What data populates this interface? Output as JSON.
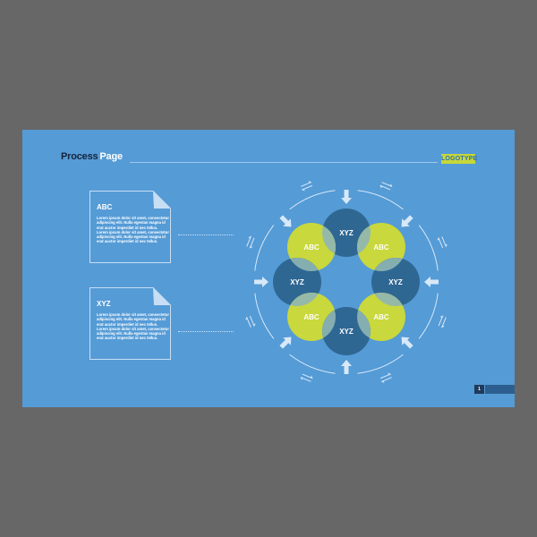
{
  "header": {
    "title_part1": "Process",
    "title_part2": "Page",
    "logo": "LOGOTYPE"
  },
  "cards": [
    {
      "heading": "ABC",
      "body": "Lorem ipsum dolor sit amet, consectetur adipiscing elit. Nulla egestas magna id erat auctor imperdiet id nec tellus. Lorem ipsum dolor sit amet, consectetur adipiscing elit. Nulla egestas magna id erat auctor imperdiet id nec tellus."
    },
    {
      "heading": "XYZ",
      "body": "Lorem ipsum dolor sit amet, consectetur adipiscing elit. Nulla egestas magna id erat auctor imperdiet id nec tellus. Lorem ipsum dolor sit amet, consectetur adipiscing elit. Nulla egestas magna id erat auctor imperdiet id nec tellus."
    }
  ],
  "diagram": {
    "nodes": [
      {
        "label": "XYZ",
        "kind": "dark"
      },
      {
        "label": "ABC",
        "kind": "lime"
      },
      {
        "label": "ABC",
        "kind": "lime"
      },
      {
        "label": "XYZ",
        "kind": "dark"
      },
      {
        "label": "XYZ",
        "kind": "dark"
      },
      {
        "label": "ABC",
        "kind": "lime"
      },
      {
        "label": "ABC",
        "kind": "lime"
      },
      {
        "label": "XYZ",
        "kind": "dark"
      }
    ],
    "colors": {
      "dark": "#2f6793",
      "lime": "#c9d83c",
      "overlap": "#8fb6b5",
      "line": "#d7e8f8"
    }
  },
  "footer": {
    "page_number": "1"
  }
}
